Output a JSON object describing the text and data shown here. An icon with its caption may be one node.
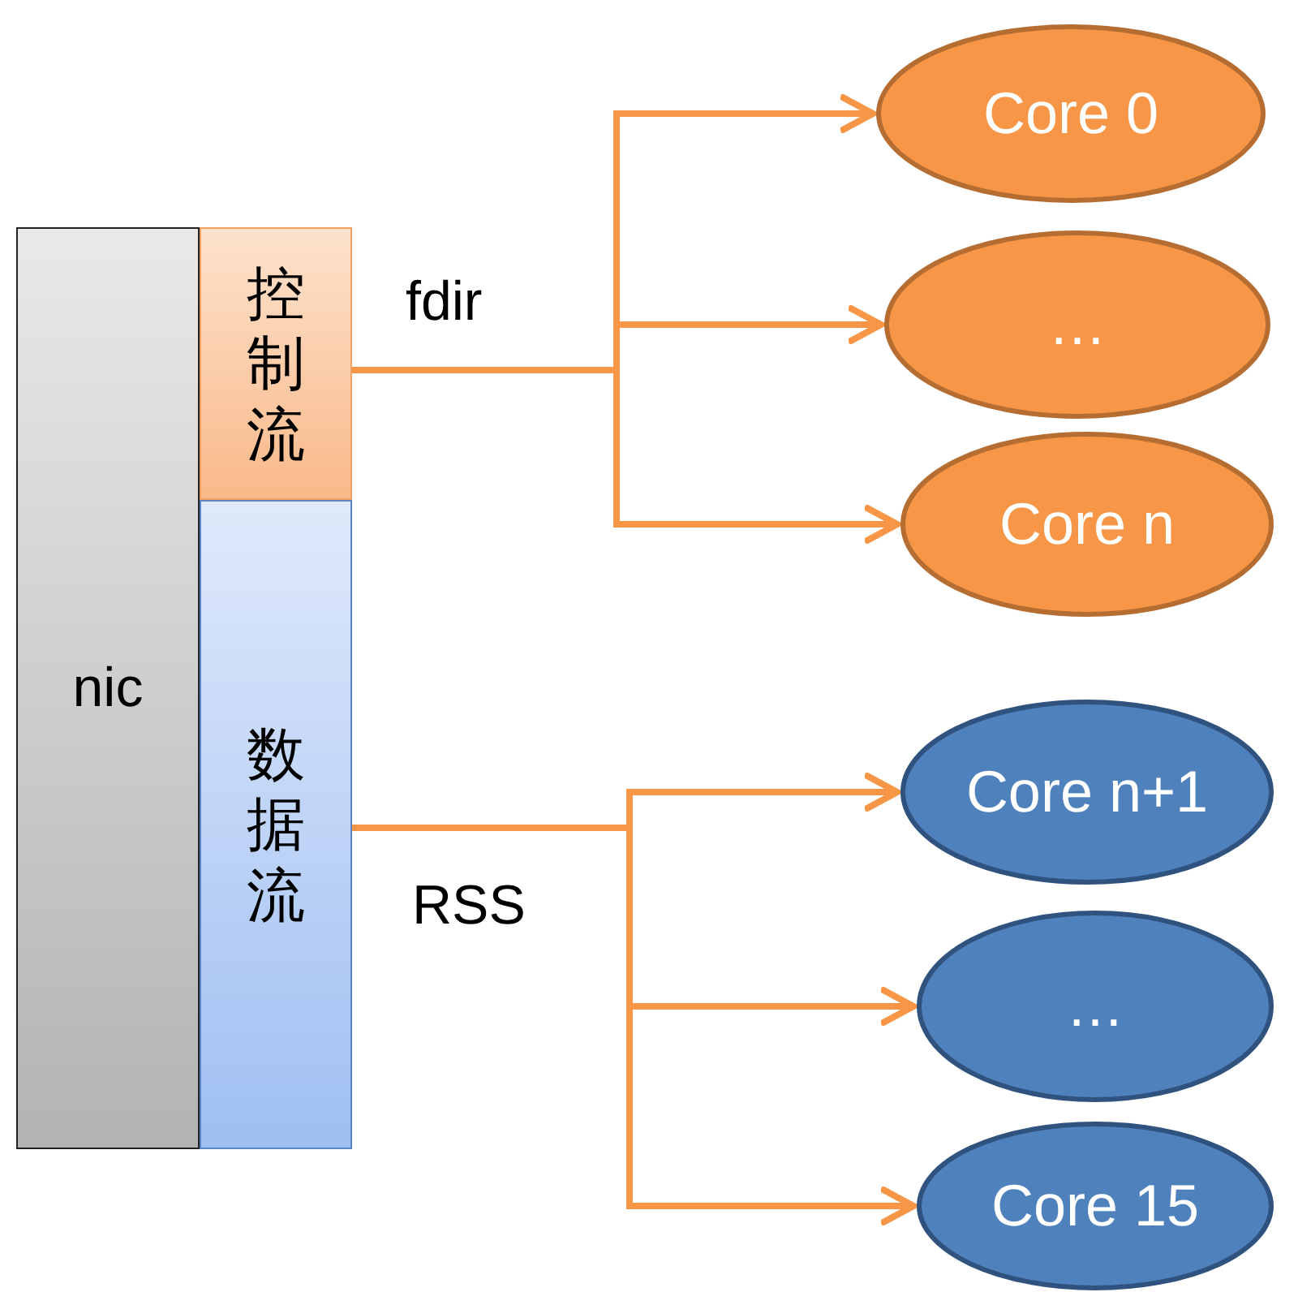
{
  "diagram": {
    "nodes": [
      {
        "text": [
          "nic"
        ]
      },
      {
        "text": [
          "控制流"
        ]
      },
      {
        "text": [
          "数据流"
        ]
      },
      {
        "text": [
          "Core 0"
        ]
      },
      {
        "text": [
          "…"
        ]
      },
      {
        "text": [
          "Core n"
        ]
      },
      {
        "text": [
          "Core n+1"
        ]
      },
      {
        "text": [
          "…"
        ]
      },
      {
        "text": [
          "Core 15"
        ]
      }
    ],
    "edges": [
      {
        "from": 1,
        "to": 3,
        "arrow": "to",
        "label": "fdir"
      },
      {
        "from": 1,
        "to": 4,
        "arrow": "to"
      },
      {
        "from": 1,
        "to": 5,
        "arrow": "to"
      },
      {
        "from": 2,
        "to": 6,
        "arrow": "to",
        "label": "RSS"
      },
      {
        "from": 2,
        "to": 7,
        "arrow": "to"
      },
      {
        "from": 2,
        "to": 8,
        "arrow": "to"
      }
    ]
  }
}
